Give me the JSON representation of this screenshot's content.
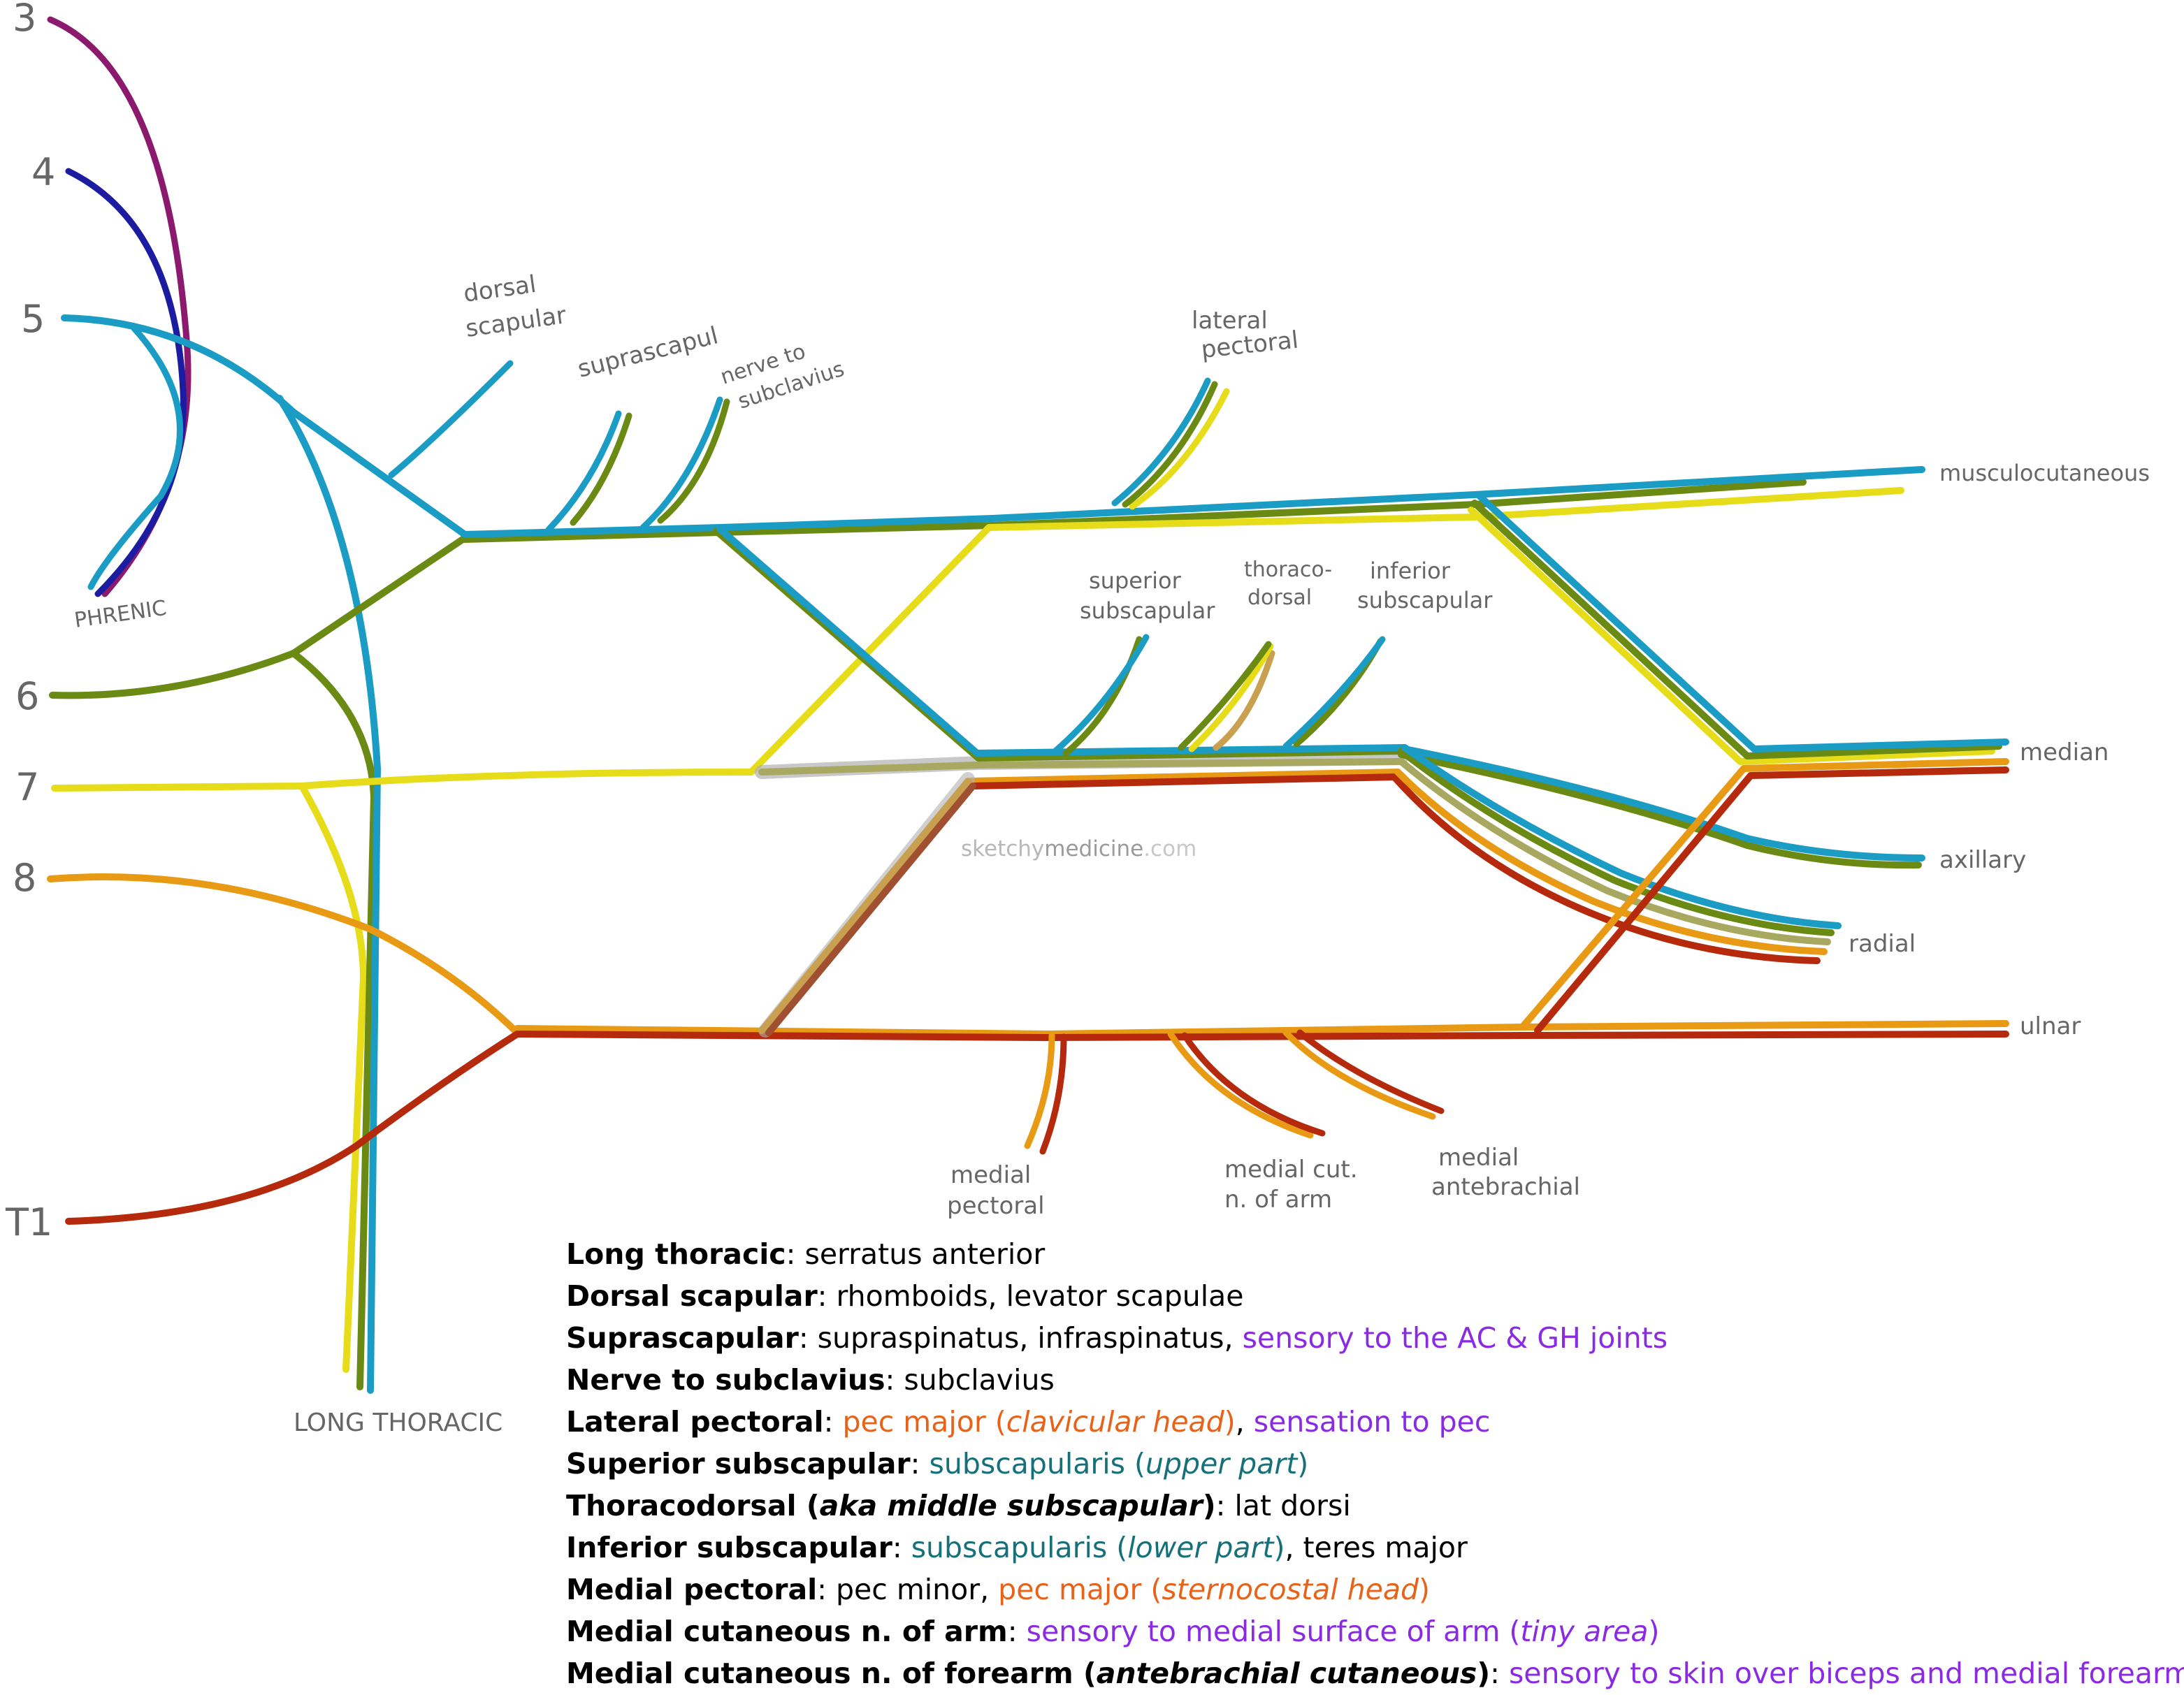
{
  "labels": {
    "roots": [
      "3",
      "4",
      "5",
      "6",
      "7",
      "8",
      "T1"
    ],
    "phrenic": "PHRENIC",
    "long_thoracic": "LONG THORACIC",
    "dorsal_scapular": [
      "dorsal",
      "scapular"
    ],
    "suprascapular": "suprascapul",
    "nerve_to_subclavius": [
      "nerve to",
      "subclavius"
    ],
    "lateral_pectoral": [
      "lateral",
      "pectoral"
    ],
    "superior_subscapular": [
      "superior",
      "subscapular"
    ],
    "thoracodorsal": [
      "thoraco-",
      "dorsal"
    ],
    "inferior_subscapular": [
      "inferior",
      "subscapular"
    ],
    "musculocutaneous": "musculocutaneous",
    "median": "median",
    "axillary": "axillary",
    "radial": "radial",
    "ulnar": "ulnar",
    "medial_pectoral": [
      "medial",
      "pectoral"
    ],
    "medial_cut_arm": [
      "medial cut.",
      "n. of arm"
    ],
    "medial_antebrachial": [
      "medial",
      "antebrachial"
    ]
  },
  "watermark": {
    "a": "sketchy",
    "b": "medicine",
    "c": ".com"
  },
  "colors": {
    "c3": "#8b1a6e",
    "c4": "#1c1ca0",
    "c5": "#1a9cc4",
    "c6": "#6a8a14",
    "c7": "#e6dc1a",
    "c8": "#e89a14",
    "t1": "#b52a0c",
    "lbl": "#666666",
    "purple": "#8a2be2",
    "orange": "#e8631a",
    "teal": "#16707a"
  },
  "legend": [
    [
      {
        "t": "Long thoracic",
        "b": true
      },
      {
        "t": ": serratus anterior"
      }
    ],
    [
      {
        "t": "Dorsal scapular",
        "b": true
      },
      {
        "t": ": rhomboids, levator scapulae"
      }
    ],
    [
      {
        "t": "Suprascapular",
        "b": true
      },
      {
        "t": ": supraspinatus, infraspinatus, "
      },
      {
        "t": "sensory to the AC & GH joints",
        "c": "purple"
      }
    ],
    [
      {
        "t": "Nerve to subclavius",
        "b": true
      },
      {
        "t": ": subclavius"
      }
    ],
    [
      {
        "t": "Lateral pectoral",
        "b": true
      },
      {
        "t": ": "
      },
      {
        "t": "pec major (",
        "c": "orange"
      },
      {
        "t": "clavicular head",
        "c": "orange",
        "i": true
      },
      {
        "t": ")",
        "c": "orange"
      },
      {
        "t": ", "
      },
      {
        "t": "sensation to pec",
        "c": "purple"
      }
    ],
    [
      {
        "t": "Superior subscapular",
        "b": true
      },
      {
        "t": ": "
      },
      {
        "t": "subscapularis (",
        "c": "teal"
      },
      {
        "t": "upper part",
        "c": "teal",
        "i": true
      },
      {
        "t": ")",
        "c": "teal"
      }
    ],
    [
      {
        "t": "Thoracodorsal (",
        "b": true
      },
      {
        "t": "aka middle subscapular",
        "b": true,
        "i": true
      },
      {
        "t": ")",
        "b": true
      },
      {
        "t": ": lat dorsi"
      }
    ],
    [
      {
        "t": "Inferior subscapular",
        "b": true
      },
      {
        "t": ": "
      },
      {
        "t": "subscapularis (",
        "c": "teal"
      },
      {
        "t": "lower part",
        "c": "teal",
        "i": true
      },
      {
        "t": ")",
        "c": "teal"
      },
      {
        "t": ", teres major"
      }
    ],
    [
      {
        "t": "Medial pectoral",
        "b": true
      },
      {
        "t": ": pec minor, "
      },
      {
        "t": "pec major (",
        "c": "orange"
      },
      {
        "t": "sternocostal head",
        "c": "orange",
        "i": true
      },
      {
        "t": ")",
        "c": "orange"
      }
    ],
    [
      {
        "t": "Medial cutaneous n. of arm",
        "b": true
      },
      {
        "t": ": "
      },
      {
        "t": "sensory to medial surface of arm (",
        "c": "purple"
      },
      {
        "t": "tiny area",
        "c": "purple",
        "i": true
      },
      {
        "t": ")",
        "c": "purple"
      }
    ],
    [
      {
        "t": "Medial cutaneous n. of forearm (",
        "b": true
      },
      {
        "t": "antebrachial cutaneous",
        "b": true,
        "i": true
      },
      {
        "t": ")",
        "b": true
      },
      {
        "t": ": "
      },
      {
        "t": "sensory to skin over biceps and medial forearm",
        "c": "purple"
      }
    ]
  ]
}
